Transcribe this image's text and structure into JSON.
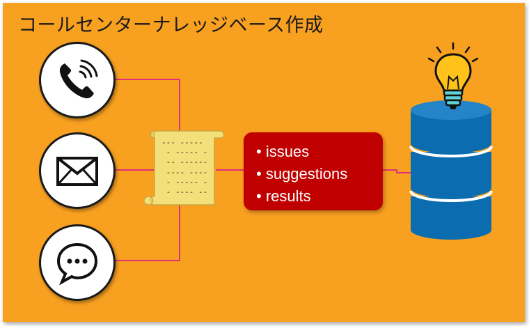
{
  "title": "コールセンターナレッジベース作成",
  "channels": [
    {
      "icon": "phone-icon"
    },
    {
      "icon": "mail-icon"
    },
    {
      "icon": "chat-bubble-icon"
    }
  ],
  "transcript": {
    "icon": "scroll-icon",
    "lines": [
      "--- -----",
      " - ----- -",
      " -- ------",
      " ---- ----",
      " - ----- -",
      " - ---- --"
    ]
  },
  "summary": {
    "items": [
      "issues",
      "suggestions",
      "results"
    ]
  },
  "knowledge_base": {
    "icon": "database-icon",
    "idea_icon": "lightbulb-icon"
  },
  "colors": {
    "background": "#f8a020",
    "connector": "#e0307a",
    "summary_box": "#c00000",
    "database": "#0c6cb0",
    "scroll": "#f4e07a"
  }
}
